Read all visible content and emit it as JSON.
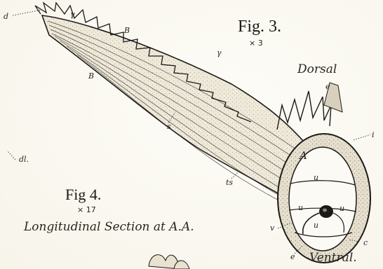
{
  "fig3": {
    "title": "Fig. 3.",
    "magnification": "× 3"
  },
  "fig4": {
    "title": "Fig 4.",
    "magnification": "× 17",
    "caption": "Longitudinal Section at A.A."
  },
  "orientation": {
    "dorsal": "Dorsal",
    "ventral": "Ventral."
  },
  "labels": {
    "d": "d",
    "dl": "dl.",
    "s": "s",
    "ts": "ts",
    "v": "v",
    "e_top": "e",
    "e_bottom": "e",
    "c": "c",
    "i": "i",
    "A": "A",
    "B_upper": "B",
    "B_lower": "B",
    "gamma_upper": "γ",
    "gamma_lower": "γ",
    "u_top": "u",
    "u_left": "u",
    "u_right": "u",
    "u_bottom": "u"
  },
  "colors": {
    "ink": "#1c1a17",
    "paper": "#fbfaf5"
  }
}
